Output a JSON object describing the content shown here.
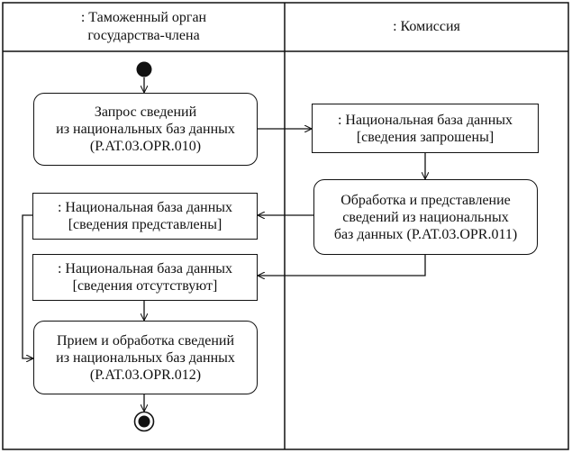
{
  "lanes": {
    "left": {
      "lines": [
        ": Таможенный орган",
        "государства-члена"
      ]
    },
    "right": {
      "lines": [
        ": Комиссия"
      ]
    }
  },
  "nodes": {
    "request": {
      "lines": [
        "Запрос сведений",
        "из национальных баз данных",
        "(P.AT.03.OPR.010)"
      ]
    },
    "requested": {
      "lines": [
        ": Национальная база данных",
        "[сведения запрошены]"
      ]
    },
    "processing": {
      "lines": [
        "Обработка и представление",
        "сведений из национальных",
        "баз данных (P.AT.03.OPR.011)"
      ]
    },
    "provided": {
      "lines": [
        ": Национальная база данных",
        "[сведения представлены]"
      ]
    },
    "absent": {
      "lines": [
        ": Национальная база данных",
        "[сведения отсутствуют]"
      ]
    },
    "receive": {
      "lines": [
        "Прием и обработка сведений",
        "из национальных баз данных",
        "(P.AT.03.OPR.012)"
      ]
    }
  }
}
